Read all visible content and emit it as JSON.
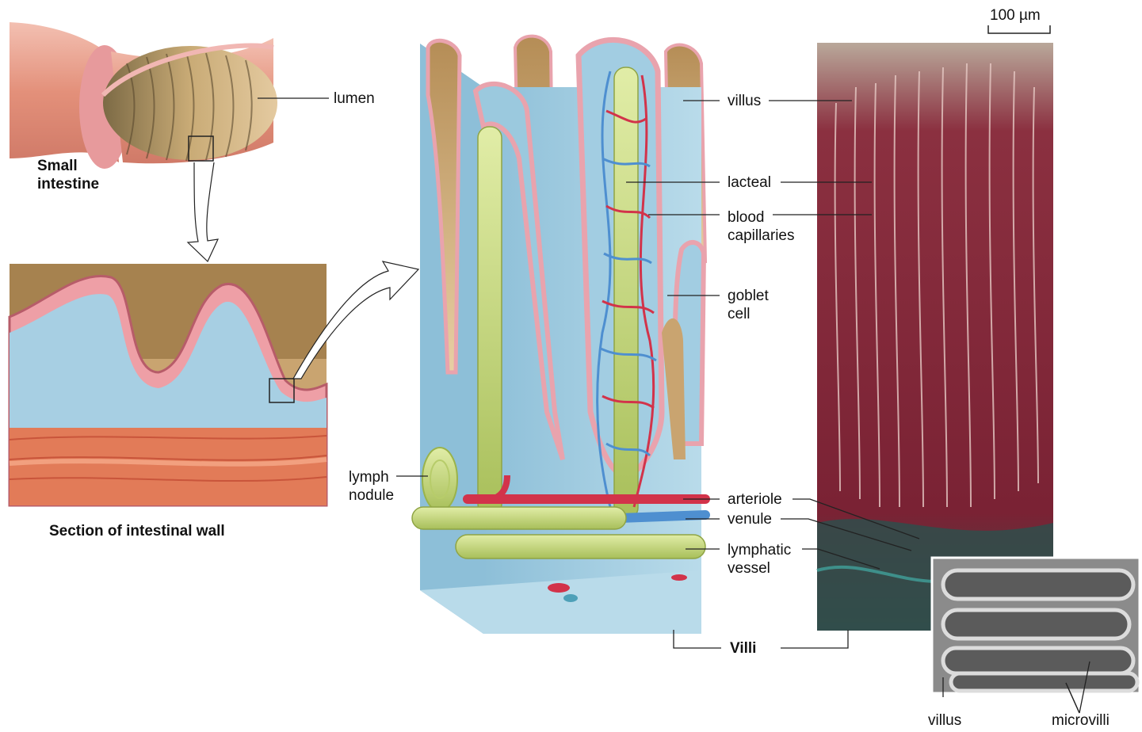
{
  "labels": {
    "lumen": "lumen",
    "small_intestine_1": "Small",
    "small_intestine_2": "intestine",
    "section_wall": "Section of intestinal wall",
    "villus": "villus",
    "lacteal": "lacteal",
    "blood_capillaries_1": "blood",
    "blood_capillaries_2": "capillaries",
    "goblet_cell_1": "goblet",
    "goblet_cell_2": "cell",
    "lymph_nodule_1": "lymph",
    "lymph_nodule_2": "nodule",
    "arteriole": "arteriole",
    "venule": "venule",
    "lymphatic_vessel_1": "lymphatic",
    "lymphatic_vessel_2": "vessel",
    "villi": "Villi",
    "scale_bar": "100 µm",
    "em_villus": "villus",
    "em_microvilli": "microvilli"
  },
  "colors": {
    "tissue_pink": "#e79a9c",
    "epithelium_pink": "#f0b7bd",
    "lumen_tan": "#c9a470",
    "connective_blue": "#a7cfe3",
    "muscle_orange": "#e27b58",
    "artery_red": "#d2334a",
    "vein_blue": "#4e8fd0",
    "lymph_green": "#c2d879",
    "micrograph_red": "#8d2a3e"
  }
}
